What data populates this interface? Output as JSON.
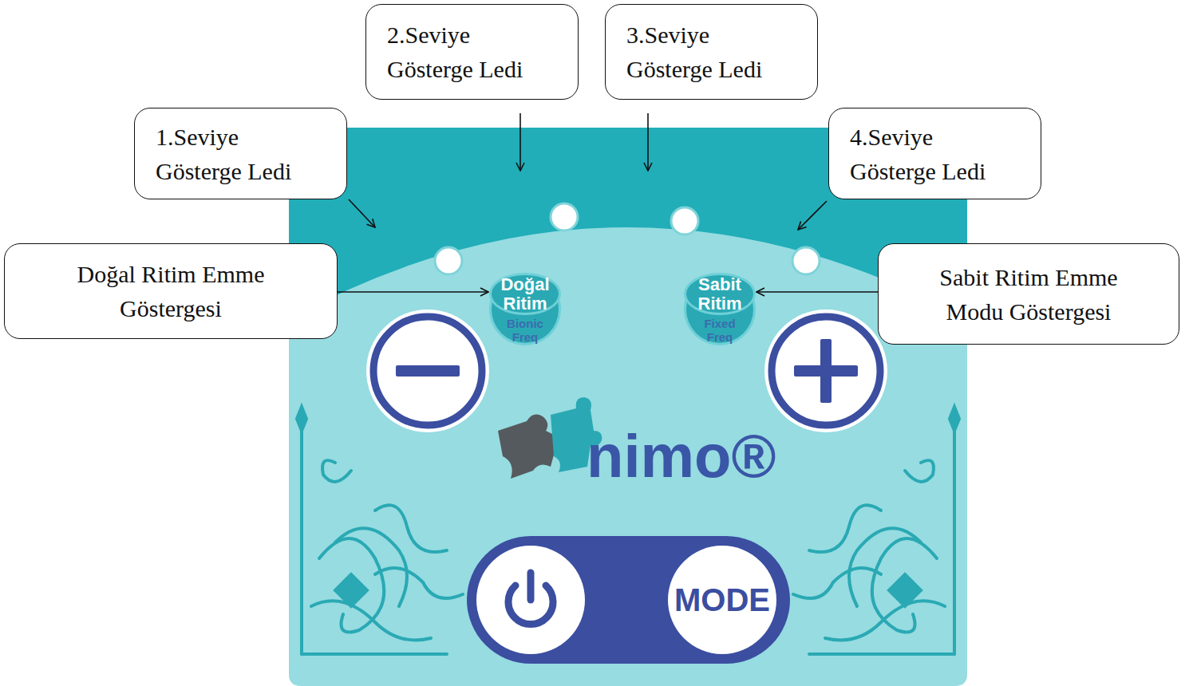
{
  "diagram": {
    "nodes": [
      {
        "text": [
          "2.Seviye Gösterge Ledi"
        ]
      },
      {
        "text": [
          "3.Seviye Gösterge Ledi"
        ]
      },
      {
        "text": [
          "1.Seviye Gösterge Ledi"
        ]
      },
      {
        "text": [
          "4.Seviye Gösterge Ledi"
        ]
      },
      {
        "text": [
          "Doğal Ritim Emme Göstergesi"
        ]
      },
      {
        "text": [
          "Sabit Ritim Emme Modu Göstergesi"
        ]
      },
      {
        "text": [
          "Doğal Ritim",
          "Bionic Freq"
        ]
      },
      {
        "text": [
          "Sabit Ritim",
          "Fixed Freq"
        ]
      },
      {
        "text": [
          "MODE"
        ]
      }
    ],
    "edges": [
      {
        "from": 4,
        "to": 6,
        "arrow": "to"
      },
      {
        "from": 5,
        "to": 7,
        "arrow": "to"
      }
    ],
    "labels": [
      "nimo®"
    ]
  }
}
